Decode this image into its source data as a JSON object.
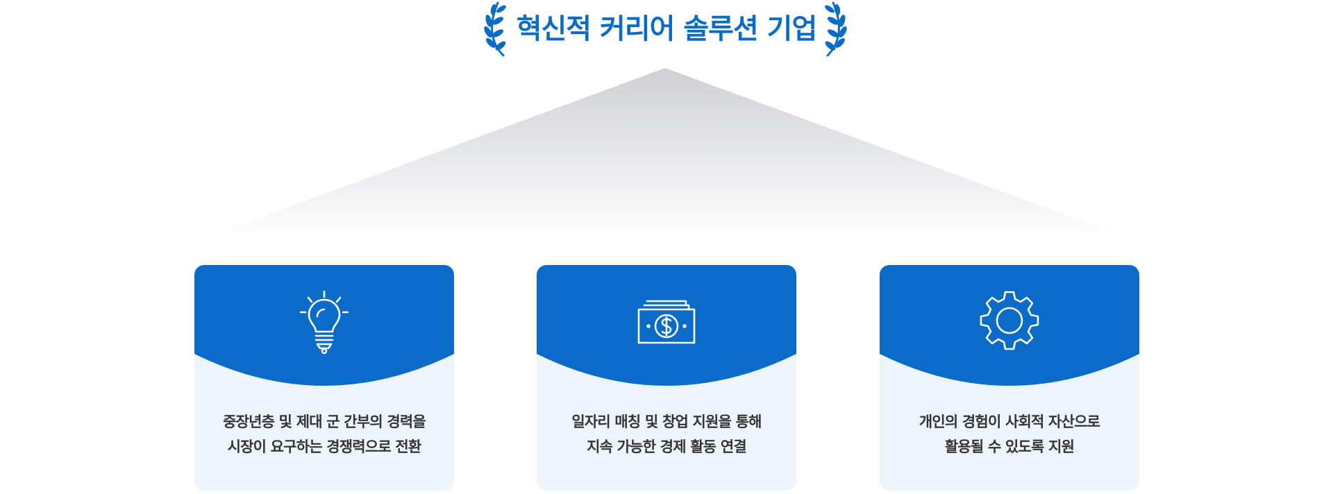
{
  "header": {
    "title": "혁신적 커리어 솔루션 기업"
  },
  "colors": {
    "brand_blue": "#0a6cc8",
    "card_bg": "#edf4fb",
    "text": "#333333"
  },
  "cards": [
    {
      "icon": "lightbulb-icon",
      "line1": "중장년층 및 제대 군 간부의 경력을",
      "line2": "시장이 요구하는 경쟁력으로 전환"
    },
    {
      "icon": "money-bill-icon",
      "line1": "일자리 매칭 및 창업 지원을 통해",
      "line2": "지속 가능한 경제 활동 연결"
    },
    {
      "icon": "gear-icon",
      "line1": "개인의 경험이 사회적 자산으로",
      "line2": "활용될 수 있도록 지원"
    }
  ]
}
